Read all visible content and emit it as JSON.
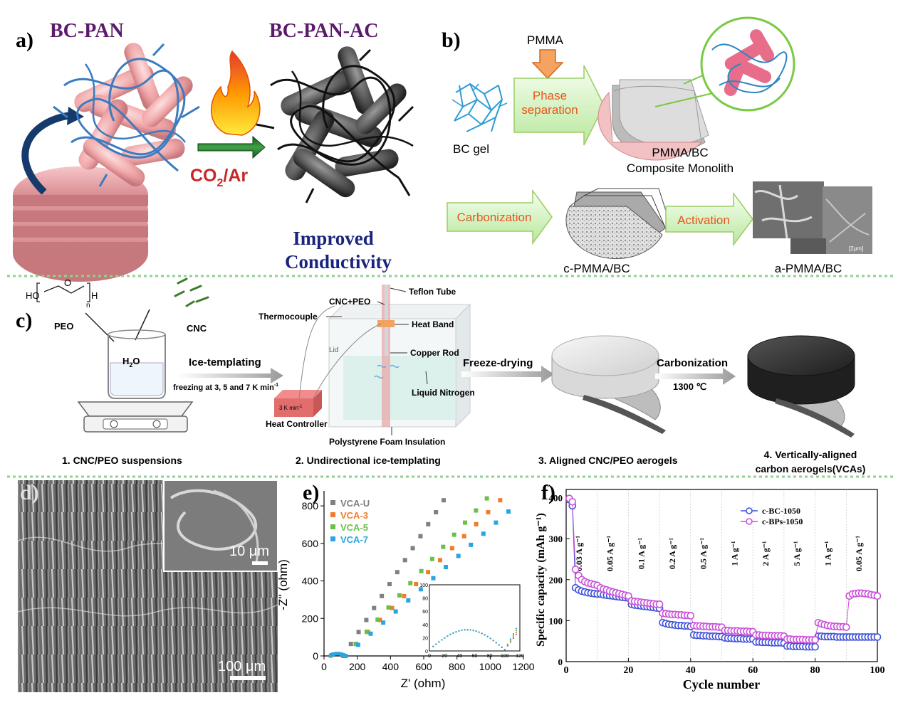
{
  "panel_a": {
    "label": "a)",
    "left_title": "BC-PAN",
    "right_title": "BC-PAN-AC",
    "process": "CO2/Ar",
    "process_main": "CO",
    "process_sub": "2",
    "process_tail": "/Ar",
    "result_line1": "Improved",
    "result_line2": "Conductivity"
  },
  "panel_b": {
    "label": "b)",
    "pmma": "PMMA",
    "phase_line1": "Phase",
    "phase_line2": "separation",
    "bc_gel": "BC gel",
    "composite_line1": "PMMA/BC",
    "composite_line2": "Composite Monolith",
    "carbonization": "Carbonization",
    "activation": "Activation",
    "c_pmma": "c-PMMA/BC",
    "a_pmma": "a-PMMA/BC",
    "sem_scale": "[2μm]"
  },
  "panel_c": {
    "label": "c)",
    "peo": "PEO",
    "cnc": "CNC",
    "h2o": "H2O",
    "h2o_main": "H",
    "h2o_sub": "2",
    "h2o_tail": "O",
    "ice_templating": "Ice-templating",
    "freezing": "freezing at 3, 5 and 7 K min",
    "freezing_sup": "-1",
    "cnc_peo": "CNC+PEO",
    "teflon": "Teflon Tube",
    "thermocouple": "Thermocouple",
    "heat_band": "Heat Band",
    "lid": "Lid",
    "copper_rod": "Copper Rod",
    "liquid_nitrogen": "Liquid Nitrogen",
    "heat_controller": "Heat Controller",
    "controller_display": "3 K min",
    "controller_sup": "-1",
    "insulation": "Polystyrene Foam Insulation",
    "freeze_drying": "Freeze-drying",
    "carbonization": "Carbonization",
    "temperature": "1300 ℃",
    "step1": "1. CNC/PEO suspensions",
    "step2": "2. Undirectional ice-templating",
    "step3": "3. Aligned CNC/PEO aerogels",
    "step4_line1": "4. Vertically-aligned",
    "step4_line2": "carbon aerogels(VCAs)"
  },
  "panel_d": {
    "label": "d)",
    "inset_scale": "10 μm",
    "main_scale": "100 μm"
  },
  "panel_e": {
    "label": "e)",
    "xlabel": "Z' (ohm)",
    "ylabel": "-Z'' (ohm)"
  },
  "panel_f": {
    "label": "f)",
    "xlabel": "Cycle number",
    "ylabel": "Specific capacity (mAh g⁻¹)",
    "rate_labels": [
      "0.03 A g⁻¹",
      "0.05 A g⁻¹",
      "0.1 A g⁻¹",
      "0.2 A g⁻¹",
      "0.5 A g⁻¹",
      "1 A g⁻¹",
      "2 A g⁻¹",
      "5 A g⁻¹",
      "1 A g⁻¹",
      "0.05 A g⁻¹"
    ]
  },
  "colors": {
    "title_purple": "#5b1a6b",
    "navy": "#1a237e",
    "dark_red": "#c62828",
    "vca_u": "#808080",
    "vca_3": "#f07d28",
    "vca_5": "#6cc04a",
    "vca_7": "#29a6e0",
    "c_bc": "#3f51d8",
    "c_bps": "#c94fd9",
    "separator": "#8fd18f"
  },
  "chart_data": [
    {
      "type": "scatter",
      "panel": "e",
      "xlabel": "Z' (ohm)",
      "ylabel": "-Z'' (ohm)",
      "xlim": [
        0,
        1200
      ],
      "ylim": [
        0,
        880
      ],
      "xticks": [
        0,
        200,
        400,
        600,
        800,
        1000,
        1200
      ],
      "yticks": [
        0,
        200,
        400,
        600,
        800
      ],
      "legend": "top-left",
      "series": [
        {
          "name": "VCA-U",
          "color": "#808080",
          "x0": 115,
          "x1": 720,
          "y1": 830
        },
        {
          "name": "VCA-3",
          "color": "#f07d28",
          "x0": 120,
          "x1": 1060,
          "y1": 830
        },
        {
          "name": "VCA-5",
          "color": "#6cc04a",
          "x0": 125,
          "x1": 980,
          "y1": 840
        },
        {
          "name": "VCA-7",
          "color": "#29a6e0",
          "x0": 130,
          "x1": 1110,
          "y1": 770
        }
      ],
      "inset": {
        "xlim": [
          0,
          120
        ],
        "ylim": [
          0,
          100
        ],
        "xticks": [
          0,
          20,
          40,
          60,
          80,
          100,
          120
        ],
        "yticks": [
          0,
          20,
          40,
          60,
          80,
          100
        ]
      }
    },
    {
      "type": "line",
      "panel": "f",
      "xlabel": "Cycle number",
      "ylabel": "Specific capacity (mAh g⁻¹)",
      "xlim": [
        0,
        100
      ],
      "ylim": [
        0,
        420
      ],
      "xticks": [
        0,
        20,
        40,
        60,
        80,
        100
      ],
      "yticks": [
        0,
        100,
        200,
        300,
        400
      ],
      "legend": "top-right",
      "series": [
        {
          "name": "c-BC-1050",
          "color": "#3f51d8",
          "x": [
            1,
            2,
            3,
            4,
            5,
            6,
            7,
            8,
            9,
            10,
            11,
            12,
            13,
            14,
            15,
            16,
            17,
            18,
            19,
            20,
            21,
            22,
            23,
            24,
            25,
            26,
            27,
            28,
            29,
            30,
            31,
            32,
            33,
            34,
            35,
            36,
            37,
            38,
            39,
            40,
            41,
            42,
            43,
            44,
            45,
            46,
            47,
            48,
            49,
            50,
            51,
            52,
            53,
            54,
            55,
            56,
            57,
            58,
            59,
            60,
            61,
            62,
            63,
            64,
            65,
            66,
            67,
            68,
            69,
            70,
            71,
            72,
            73,
            74,
            75,
            76,
            77,
            78,
            79,
            80,
            81,
            82,
            83,
            84,
            85,
            86,
            87,
            88,
            89,
            90,
            91,
            92,
            93,
            94,
            95,
            96,
            97,
            98,
            99,
            100
          ],
          "values": [
            395,
            380,
            180,
            175,
            172,
            170,
            168,
            167,
            166,
            165,
            165,
            163,
            162,
            161,
            160,
            159,
            158,
            157,
            156,
            155,
            140,
            138,
            137,
            136,
            135,
            134,
            133,
            132,
            131,
            130,
            95,
            93,
            91,
            90,
            89,
            88,
            88,
            87,
            87,
            86,
            65,
            64,
            64,
            63,
            63,
            62,
            62,
            62,
            61,
            61,
            58,
            57,
            57,
            56,
            56,
            56,
            55,
            55,
            55,
            55,
            48,
            48,
            47,
            47,
            47,
            46,
            46,
            46,
            46,
            45,
            38,
            38,
            37,
            37,
            37,
            37,
            36,
            36,
            36,
            36,
            62,
            62,
            61,
            61,
            61,
            61,
            60,
            60,
            60,
            60,
            60,
            60,
            60,
            60,
            60,
            60,
            60,
            60,
            60,
            60
          ]
        },
        {
          "name": "c-BPs-1050",
          "color": "#c94fd9",
          "x": [
            1,
            2,
            3,
            4,
            5,
            6,
            7,
            8,
            9,
            10,
            11,
            12,
            13,
            14,
            15,
            16,
            17,
            18,
            19,
            20,
            21,
            22,
            23,
            24,
            25,
            26,
            27,
            28,
            29,
            30,
            31,
            32,
            33,
            34,
            35,
            36,
            37,
            38,
            39,
            40,
            41,
            42,
            43,
            44,
            45,
            46,
            47,
            48,
            49,
            50,
            51,
            52,
            53,
            54,
            55,
            56,
            57,
            58,
            59,
            60,
            61,
            62,
            63,
            64,
            65,
            66,
            67,
            68,
            69,
            70,
            71,
            72,
            73,
            74,
            75,
            76,
            77,
            78,
            79,
            80,
            81,
            82,
            83,
            84,
            85,
            86,
            87,
            88,
            89,
            90,
            91,
            92,
            93,
            94,
            95,
            96,
            97,
            98,
            99,
            100
          ],
          "values": [
            398,
            390,
            225,
            210,
            200,
            195,
            192,
            190,
            188,
            186,
            180,
            177,
            175,
            172,
            170,
            168,
            166,
            164,
            162,
            160,
            148,
            147,
            146,
            145,
            144,
            143,
            142,
            141,
            140,
            140,
            118,
            117,
            116,
            115,
            115,
            114,
            114,
            113,
            113,
            112,
            88,
            87,
            87,
            86,
            86,
            85,
            85,
            85,
            84,
            84,
            76,
            76,
            75,
            75,
            75,
            74,
            74,
            74,
            73,
            73,
            65,
            65,
            64,
            64,
            64,
            63,
            63,
            63,
            63,
            62,
            55,
            55,
            54,
            54,
            54,
            54,
            53,
            53,
            53,
            53,
            95,
            92,
            90,
            88,
            87,
            86,
            86,
            85,
            85,
            84,
            160,
            165,
            166,
            167,
            167,
            166,
            165,
            163,
            162,
            160
          ]
        }
      ]
    }
  ]
}
